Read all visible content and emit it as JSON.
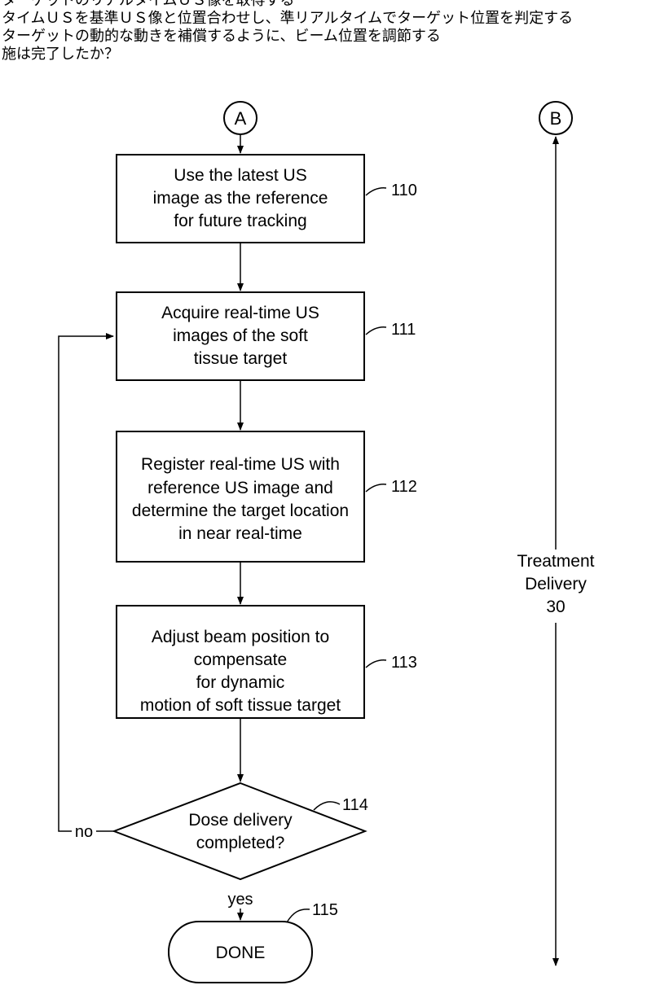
{
  "header_lines": [
    "ターゲットのリアルタイムＵＳ像を取得する",
    "タイムＵＳを基準ＵＳ像と位置合わせし、準リアルタイムでターゲット位置を判定する",
    "ターゲットの動的な動きを補償するように、ビーム位置を調節する",
    "施は完了したか？"
  ],
  "connectors": {
    "a": "A",
    "b": "B"
  },
  "steps": [
    {
      "ref": "110",
      "lines": [
        "Use the latest US",
        "image as the reference",
        "for future tracking"
      ]
    },
    {
      "ref": "111",
      "lines": [
        "Acquire real-time US",
        "images of the soft",
        "tissue target"
      ]
    },
    {
      "ref": "112",
      "lines": [
        "Register real-time US with",
        "reference US image and",
        "determine the target location",
        "in near real-time"
      ]
    },
    {
      "ref": "113",
      "lines": [
        "Adjust beam position to",
        "compensate",
        "for dynamic",
        "motion of soft tissue target"
      ]
    }
  ],
  "decision": {
    "ref": "114",
    "lines": [
      "Dose delivery",
      "completed?"
    ],
    "no_label": "no",
    "yes_label": "yes"
  },
  "terminal": {
    "ref": "115",
    "label": "DONE"
  },
  "phase": {
    "lines": [
      "Treatment",
      "Delivery",
      "30"
    ]
  }
}
